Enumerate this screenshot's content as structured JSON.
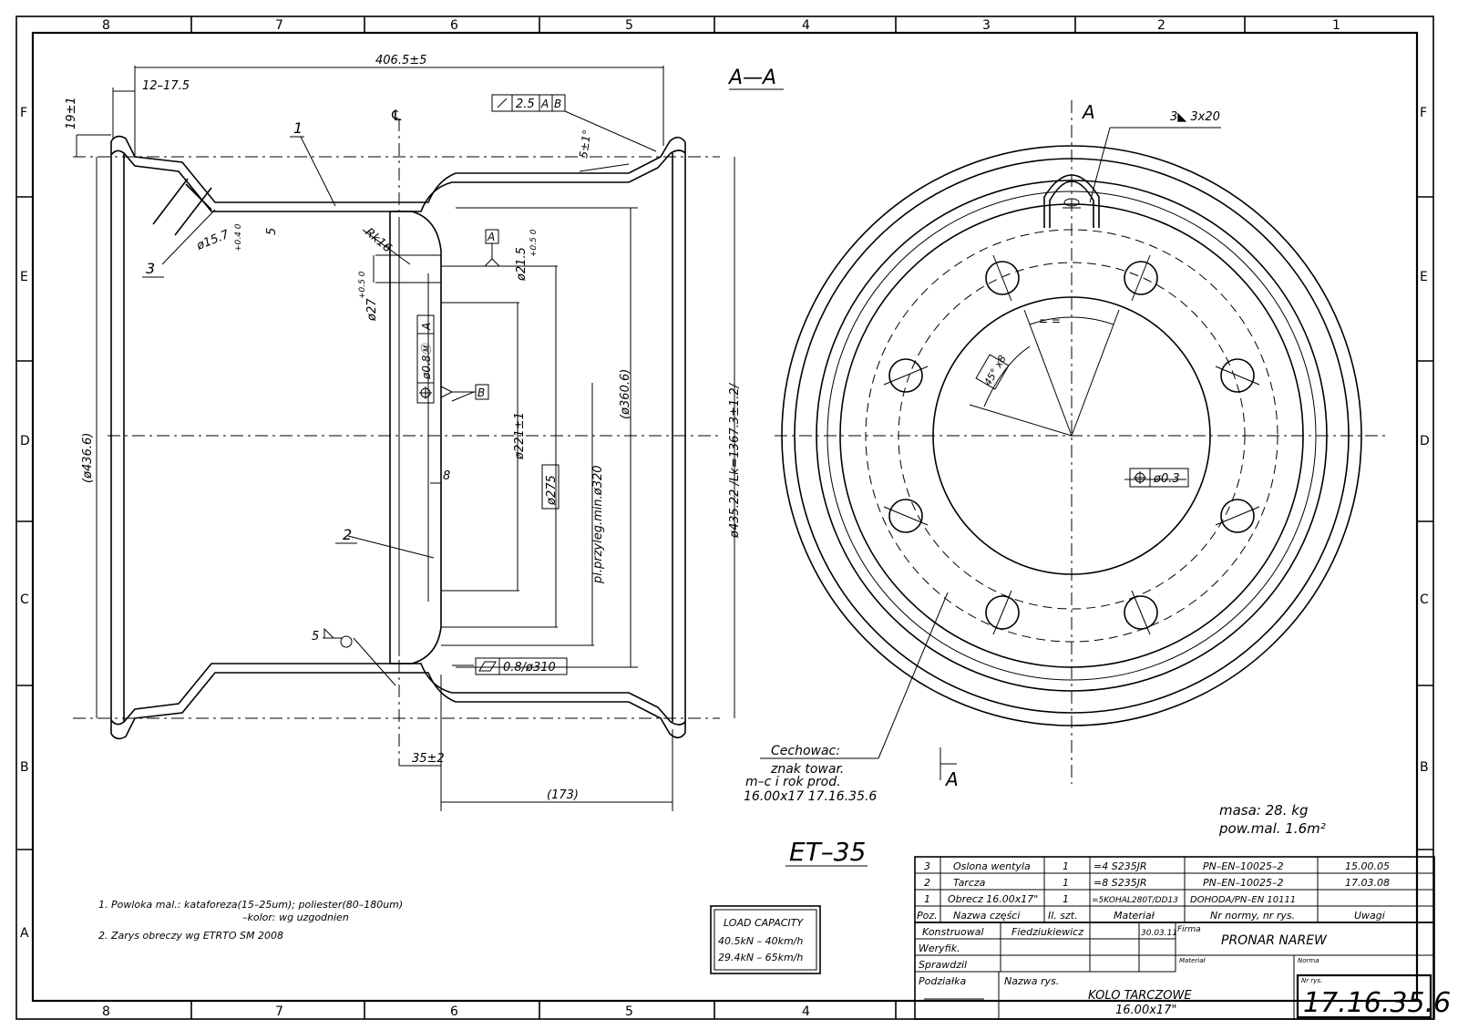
{
  "zones": {
    "columns_top": [
      "8",
      "7",
      "6",
      "5",
      "4",
      "3",
      "2",
      "1"
    ],
    "columns_bottom": [
      "8",
      "7",
      "6",
      "5",
      "4"
    ],
    "rows": [
      "F",
      "E",
      "D",
      "C",
      "B",
      "A"
    ]
  },
  "section_view": {
    "title": "A—A",
    "dims": {
      "total_width": "406.5±5",
      "flange": "12–17.5",
      "height_19": "19±1",
      "gdt_runout": "2.5",
      "datum_a": "A",
      "datum_b": "B",
      "angle": "5±1°",
      "rk": "Rk16",
      "dim5": "5",
      "valve_hole": "ø15.7",
      "valve_tol": "+0.4 0",
      "d21": "ø21.5",
      "d21_tol": "+0.5 0",
      "d27": "ø27",
      "d27_tol": "+0.5 0",
      "pos_tol": "ø0.8Ⓜ",
      "d221": "ø221±1",
      "d275": "ø275",
      "d320": "pl.przyleg.min.ø320",
      "d360": "(ø360.6)",
      "d436": "(ø436.6)",
      "d435": "ø435.22 /Lk=1367.3±1.2/",
      "dim8": "8",
      "flat": "0.8/ø310",
      "d35": "35±2",
      "d173": "(173)",
      "weld5": "5"
    },
    "labels": {
      "p1": "1",
      "p2": "2",
      "p3": "3",
      "cl": "℄"
    }
  },
  "front_view": {
    "section_a_top": "A",
    "section_a_bottom": "A",
    "weld": "3◣ 3x20",
    "angle_label": "45° x8",
    "pos_tol": "ø0.3",
    "eq_marks": "=  ="
  },
  "stamp_note": {
    "lines": [
      "Cechowac:",
      "znak towar.",
      "m–c i rok prod.",
      "16.00x17  17.16.35.6"
    ]
  },
  "et_label": "ET–35",
  "mass": {
    "line1": "masa:  28.  kg",
    "line2": "pow.mal.  1.6m²"
  },
  "notes": [
    "1. Powloka mal.:  kataforeza(15–25um);  poliester(80–180um)",
    "–kolor:  wg  uzgodnien",
    "2. Zarys  obreczy  wg  ETRTO  SM  2008"
  ],
  "load_capacity": {
    "title": "LOAD  CAPACITY",
    "rows": [
      "40.5kN  –  40km/h",
      "29.4kN  –  65km/h"
    ]
  },
  "parts_list": {
    "header": [
      "Poz.",
      "Nazwa  części",
      "Il.  szt.",
      "Materiał",
      "Nr  normy,  nr  rys.",
      "Uwagi"
    ],
    "rows": [
      [
        "3",
        "Oslona  wentyla",
        "1",
        "=4  S235JR",
        "PN–EN–10025–2",
        "15.00.05"
      ],
      [
        "2",
        "Tarcza",
        "1",
        "=8  S235JR",
        "PN–EN–10025–2",
        "17.03.08"
      ],
      [
        "1",
        "Obrecz  16.00x17\"",
        "1",
        "=5KOHAL280T/DD13",
        "DOHODA/PN–EN  10111",
        ""
      ]
    ]
  },
  "title_block": {
    "konstruowal": "Konstruowal",
    "designer": "Fiedziukiewicz",
    "date": "30.03.11",
    "firma_label": "Firma",
    "firma": "PRONAR  NAREW",
    "weryfik": "Weryfik.",
    "material_label": "Materiał",
    "norma_label": "Norma",
    "sprawdzil": "Sprawdzil",
    "podzialka": "Podziałka",
    "nazwa_label": "Nazwa  rys.",
    "name1": "KOLO  TARCZOWE",
    "name2": "16.00x17\"",
    "nr_label": "Nr  rys.",
    "drawing_no": "17.16.35.6"
  }
}
